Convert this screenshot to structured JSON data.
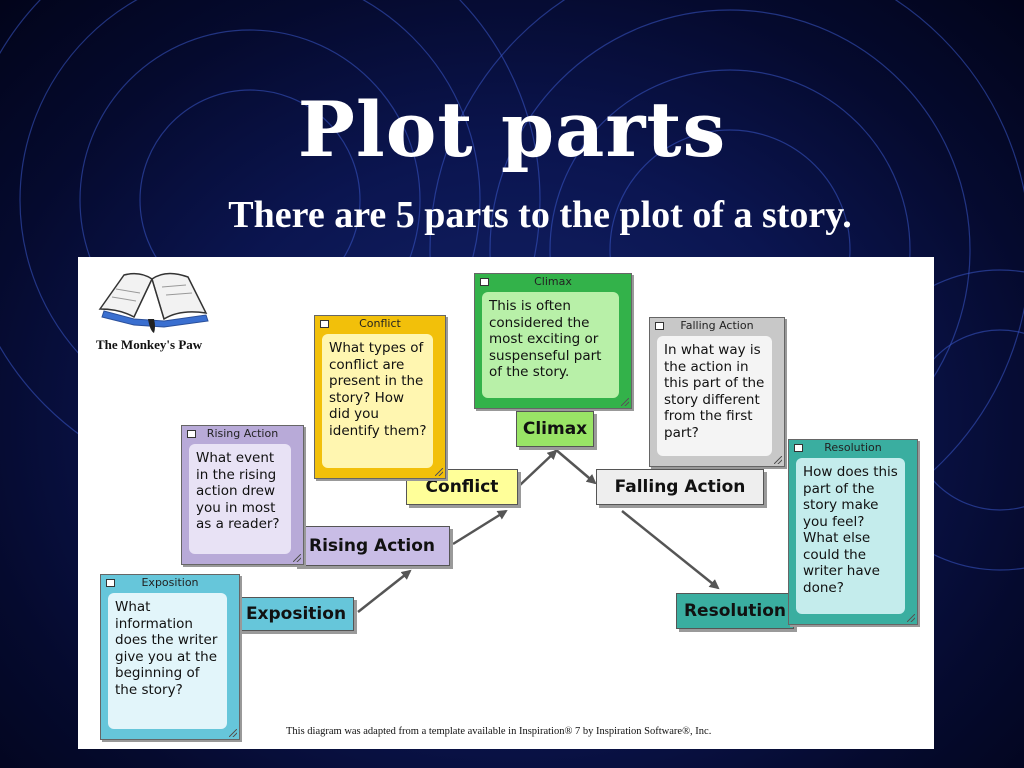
{
  "slide": {
    "title": "Plot parts",
    "subtitle": "There are 5 parts to the plot of a story."
  },
  "diagram": {
    "book_label": "The Monkey's Paw",
    "credit": "This diagram was adapted from a template available in Inspiration® 7 by Inspiration Software®, Inc.",
    "steps": {
      "exposition": "Exposition",
      "rising_action": "Rising Action",
      "conflict": "Conflict",
      "climax": "Climax",
      "falling_action": "Falling Action",
      "resolution": "Resolution"
    },
    "notes": {
      "exposition": {
        "head": "Exposition",
        "text": "What information does the writer give you at the beginning of the story?"
      },
      "rising_action": {
        "head": "Rising Action",
        "text": "What event in the rising action drew you in most as a reader?"
      },
      "conflict": {
        "head": "Conflict",
        "text": "What types of conflict are present in the story? How did you identify them?"
      },
      "climax": {
        "head": "Climax",
        "text": "This is often considered the most exciting or suspenseful part of the story."
      },
      "falling_action": {
        "head": "Falling Action",
        "text": "In what way is the action in this part of the story different from the first part?"
      },
      "resolution": {
        "head": "Resolution",
        "text": "How does this part of the story make you feel? What else could the writer have done?"
      }
    },
    "colors": {
      "exposition": "#66c6da",
      "rising_action": "#b8aad8",
      "conflict": "#f2c00a",
      "conflict_step": "#ffff99",
      "climax": "#33b24a",
      "climax_step": "#99e466",
      "falling_action": "#c8c8c8",
      "resolution": "#3aaea0"
    }
  }
}
